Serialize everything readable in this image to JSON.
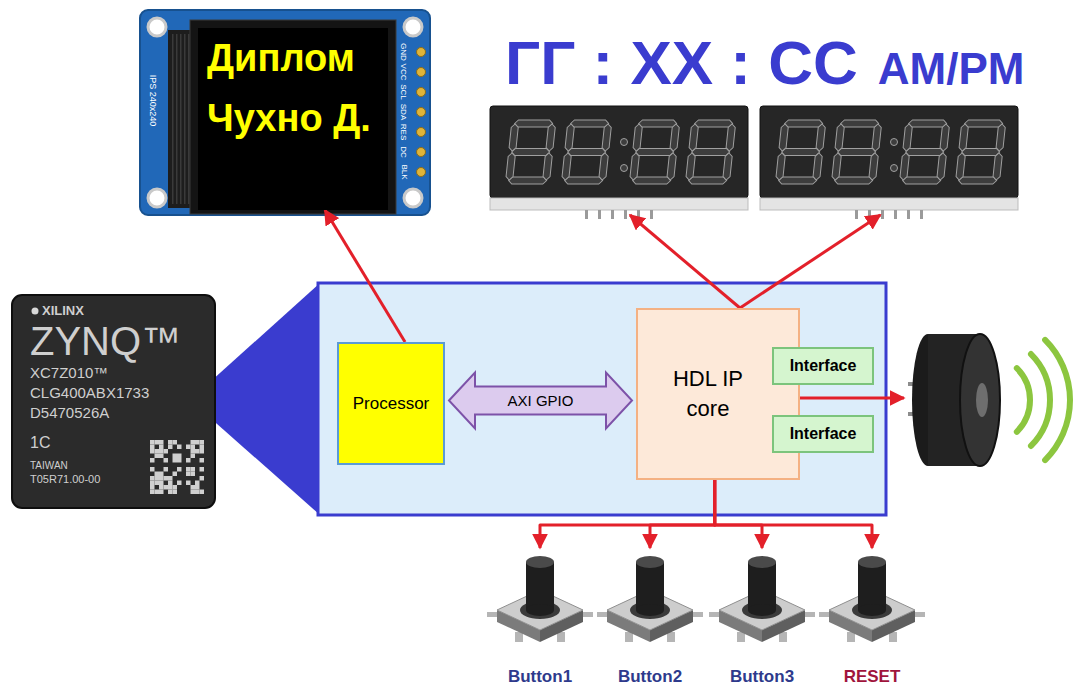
{
  "diagram": {
    "nodes": [
      {
        "text": [
          "Диплом",
          "Чухно Д."
        ]
      },
      {
        "text": [
          "ГГ : ХХ : СС",
          "AM/PM"
        ]
      },
      {
        "text": [
          "XILINX",
          "ZYNQ™",
          "XC7Z010™",
          "CLG400ABX1733",
          "D5470526A",
          "1C",
          "TAIWAN",
          "T05R71.00-00"
        ]
      },
      {
        "text": [
          "Processor"
        ]
      },
      {
        "text": [
          "HDL IP core"
        ]
      },
      {
        "text": [
          "Interface"
        ],
        "in": 4
      },
      {
        "text": [
          "Interface"
        ],
        "in": 4
      },
      {
        "text": [
          "Button1"
        ]
      },
      {
        "text": [
          "Button2"
        ]
      },
      {
        "text": [
          "Button3"
        ]
      },
      {
        "text": [
          "RESET"
        ]
      }
    ],
    "edges": [
      {
        "from": 3,
        "to": 0,
        "arrow": "to"
      },
      {
        "from": 4,
        "to": 1,
        "arrow": "to"
      },
      {
        "from": 4,
        "to": 1,
        "arrow": "to"
      },
      {
        "from": 3,
        "to": 4,
        "label": "AXI GPIO",
        "arrow": "both"
      },
      {
        "from": 4,
        "to": 7,
        "arrow": "to"
      },
      {
        "from": 4,
        "to": 8,
        "arrow": "to"
      },
      {
        "from": 4,
        "to": 9,
        "arrow": "to"
      },
      {
        "from": 4,
        "to": 10,
        "arrow": "to"
      }
    ],
    "labels": [
      "IPS 240x240",
      "GND",
      "VCC",
      "SCL",
      "SDA",
      "RES",
      "DC",
      "BLK"
    ]
  }
}
